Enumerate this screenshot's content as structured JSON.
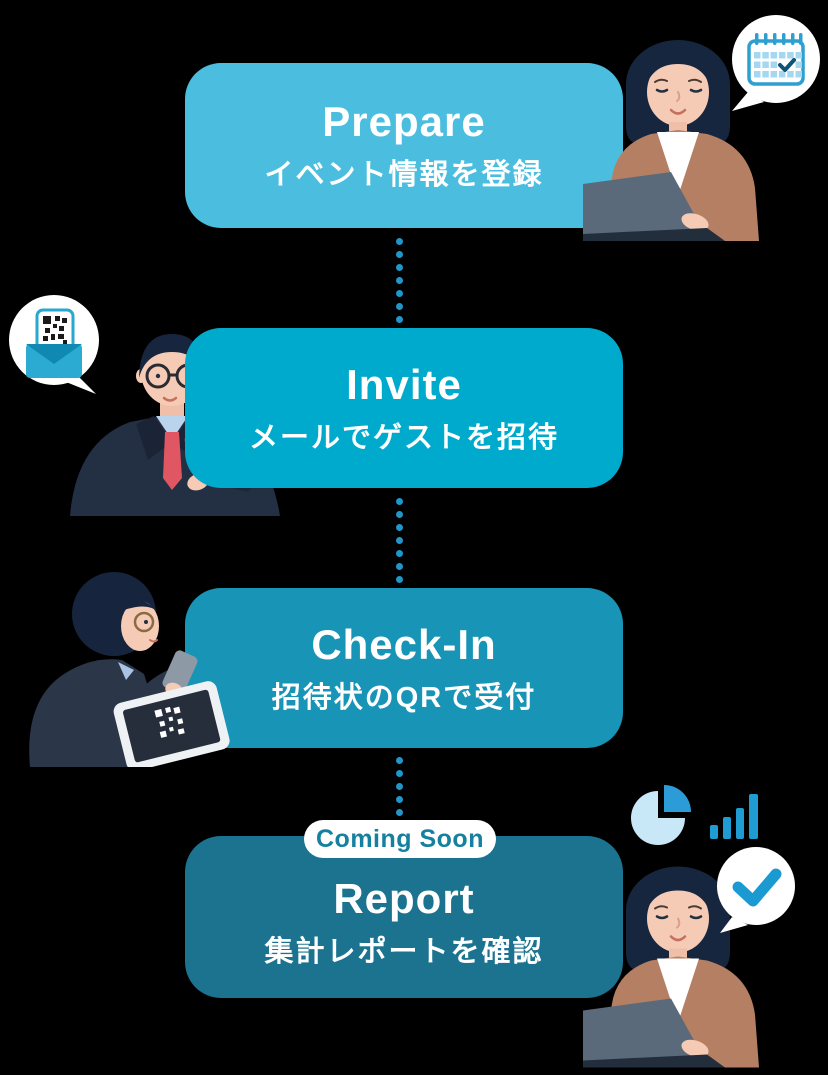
{
  "page": {
    "background_color": "#000000",
    "text_color": "#FFFFFF"
  },
  "flow": {
    "steps": [
      {
        "title": "Prepare",
        "subtitle": "イベント情報を登録",
        "color": "#4BBEE0"
      },
      {
        "title": "Invite",
        "subtitle": "メールでゲストを招待",
        "color": "#00AACC"
      },
      {
        "title": "Check-In",
        "subtitle": "招待状のQRで受付",
        "color": "#1794B6"
      },
      {
        "title": "Report",
        "subtitle": "集計レポートを確認",
        "color": "#1B7390",
        "badge": "Coming Soon",
        "badge_text_color": "#15819F",
        "badge_background": "#FFFFFF"
      }
    ],
    "connector_color": "#2196C9"
  },
  "illustrations": {
    "prepare_person": "woman-working-on-laptop",
    "prepare_bubble_icon": "calendar-with-checkmark",
    "invite_person": "man-holding-smartphone",
    "invite_bubble_icon": "qr-code-in-envelope",
    "checkin_person": "man-scanning-qr-on-tablet",
    "report_person": "woman-working-on-laptop",
    "report_bubble_icon": "checkmark",
    "report_extra_icons": [
      "pie-chart",
      "bar-chart"
    ]
  }
}
